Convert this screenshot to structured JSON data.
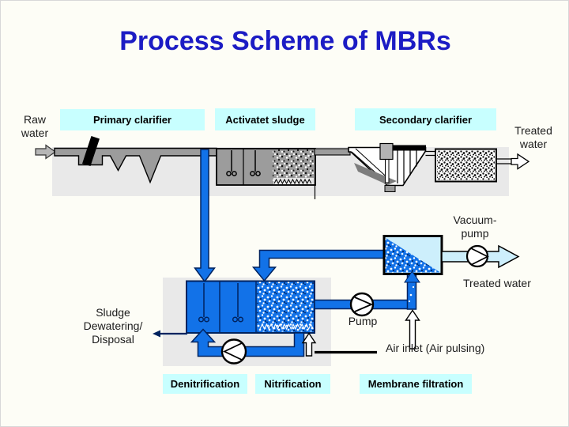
{
  "slide": {
    "title": "Process Scheme of MBRs"
  },
  "colors": {
    "title": "#1c1cc4",
    "label-bg": "#c8ffff",
    "blue": "#1272e8",
    "navy": "#00235f",
    "cyan": "#cdeffc",
    "gray": "#9c9c9c",
    "sludge": "#7d7d7d",
    "backdrop": "#e9e9e9"
  },
  "diagram": {
    "stage_labels": {
      "primary_clarifier": "Primary clarifier",
      "activated_sludge": "Activatet sludge",
      "secondary_clarifier": "Secondary clarifier",
      "denitrification": "Denitrification",
      "nitrification": "Nitrification",
      "membrane_filtration": "Membrane filtration"
    },
    "flow_labels": {
      "raw_water": "Raw\nwater",
      "treated_water_top": "Treated\nwater",
      "vacuum_pump": "Vacuum-\npump",
      "treated_water_mid": "Treated water",
      "sludge_disposal": "Sludge\nDewatering/\nDisposal",
      "pump": "Pump",
      "air_inlet": "Air inlet (Air pulsing)"
    }
  }
}
